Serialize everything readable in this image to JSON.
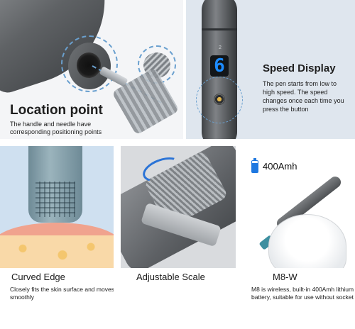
{
  "location": {
    "title": "Location point",
    "desc": "The handle and needle have corresponding positioning points"
  },
  "speed": {
    "title": "Speed Display",
    "screen_value": "6",
    "gear_label": "2",
    "desc": "The pen starts from low to high speed. The speed changes once each time you press the button"
  },
  "curved": {
    "title": "Curved Edge",
    "desc": "Closely fits the skin surface and moves smoothly"
  },
  "scale": {
    "title": "Adjustable Scale"
  },
  "m8": {
    "battery": "400Amh",
    "title": "M8-W",
    "desc": "M8 is wireless, built-in 400Amh lithium battery, suitable for use without socket"
  },
  "colors": {
    "accent_blue": "#2a73d6",
    "dashed_guide": "#6aa0cf",
    "speed_bg": "#dfe6ee",
    "curved_bg": "#cfe0f0"
  }
}
